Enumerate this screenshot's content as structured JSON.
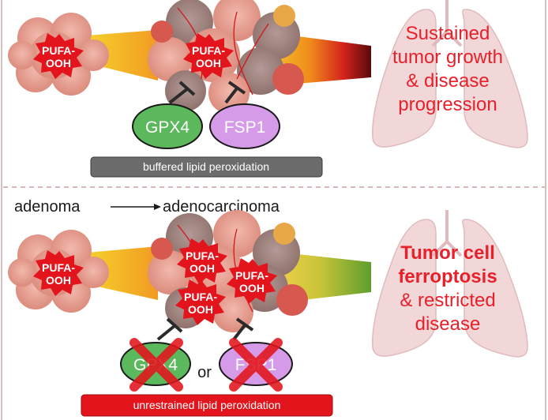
{
  "top_panel": {
    "pufa_small": "PUFA-\nOOH",
    "pufa_large": "PUFA-\nOOH",
    "gpx4": "GPX4",
    "fsp1": "FSP1",
    "bar_label": "buffered lipid peroxidation",
    "outcome": [
      "Sustained",
      "tumor growth",
      "& disease",
      "progression"
    ]
  },
  "stage_arrow": {
    "from": "adenoma",
    "to": "adenocarcinoma"
  },
  "bottom_panel": {
    "pufa_small": "PUFA-\nOOH",
    "pufa_cluster": [
      "PUFA-\nOOH",
      "PUFA-\nOOH",
      "PUFA-\nOOH"
    ],
    "gpx4": "GPX4",
    "or": "or",
    "fsp1": "FSP1",
    "bar_label": "unrestrained lipid peroxidation",
    "outcome_bold": [
      "Tumor cell",
      "ferroptosis"
    ],
    "outcome_regular": [
      "& restricted",
      "disease"
    ]
  },
  "colors": {
    "red_text": "#e8202a",
    "pufa_red": "#e3141c",
    "gpx4_green": "#5cb85c",
    "fsp1_purple": "#d69be8",
    "grey_bar": "#6c6c6c",
    "red_bar": "#e3141c",
    "cell_pink": "#e8a89c",
    "lung": "#f3d7d9"
  }
}
